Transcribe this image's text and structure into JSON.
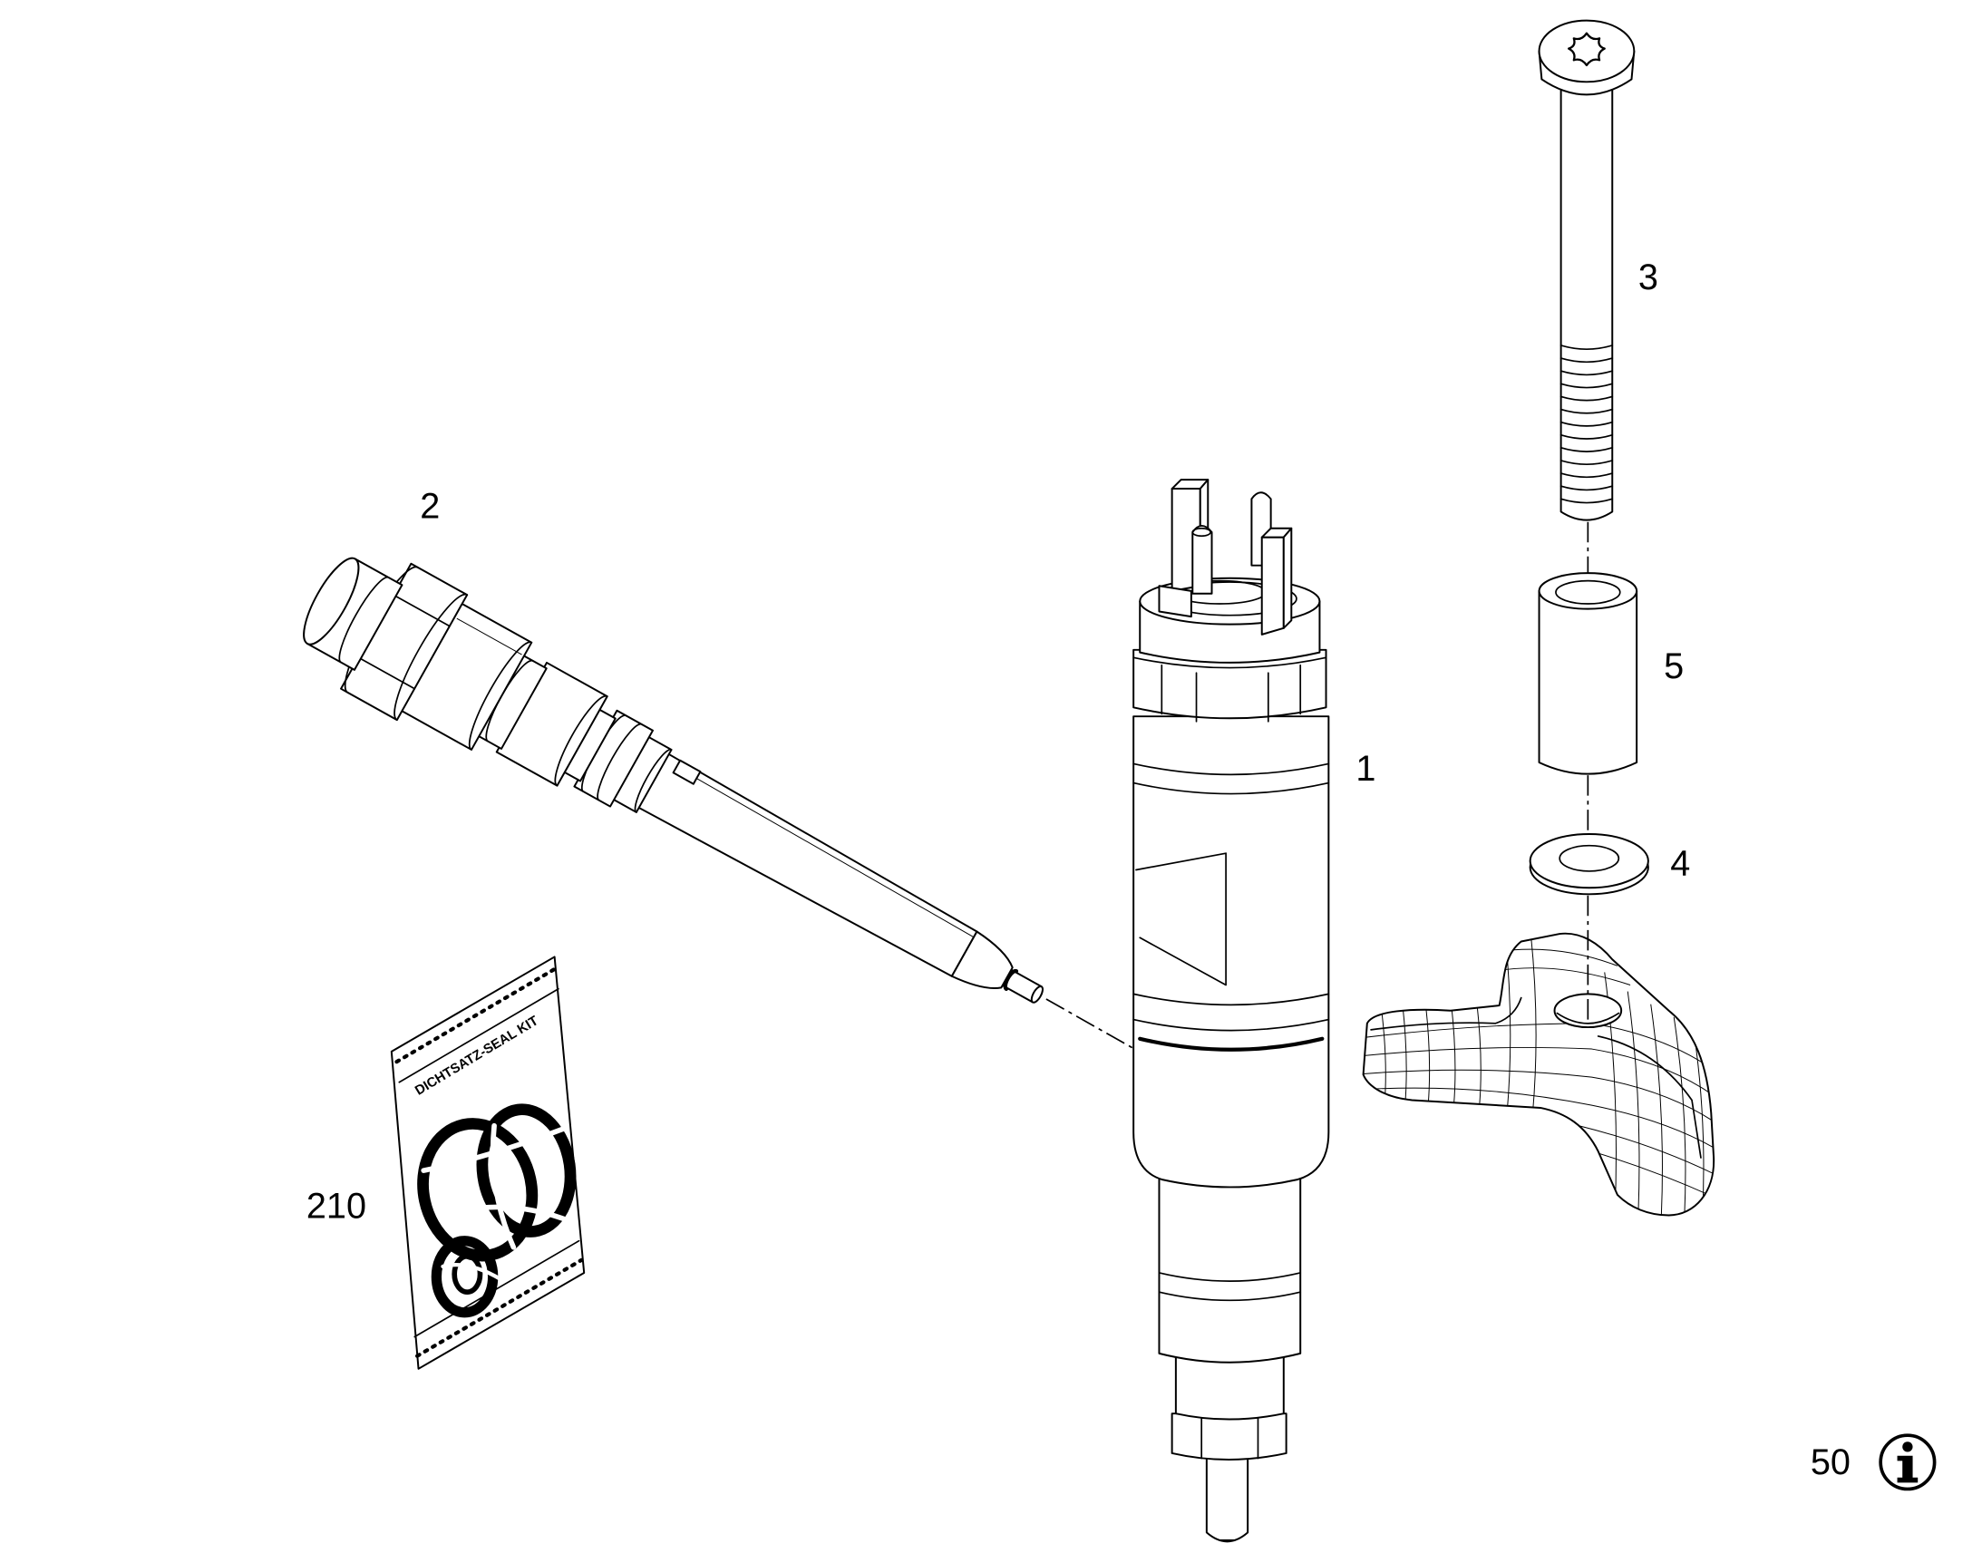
{
  "callouts": {
    "part_1": "1",
    "part_2": "2",
    "part_3": "3",
    "part_4": "4",
    "part_5": "5",
    "part_210": "210",
    "page_ref": "50"
  },
  "seal_kit_bag_text": "DICHTSATZ-SEAL KIT",
  "icons": {
    "info_button": "info-icon"
  }
}
